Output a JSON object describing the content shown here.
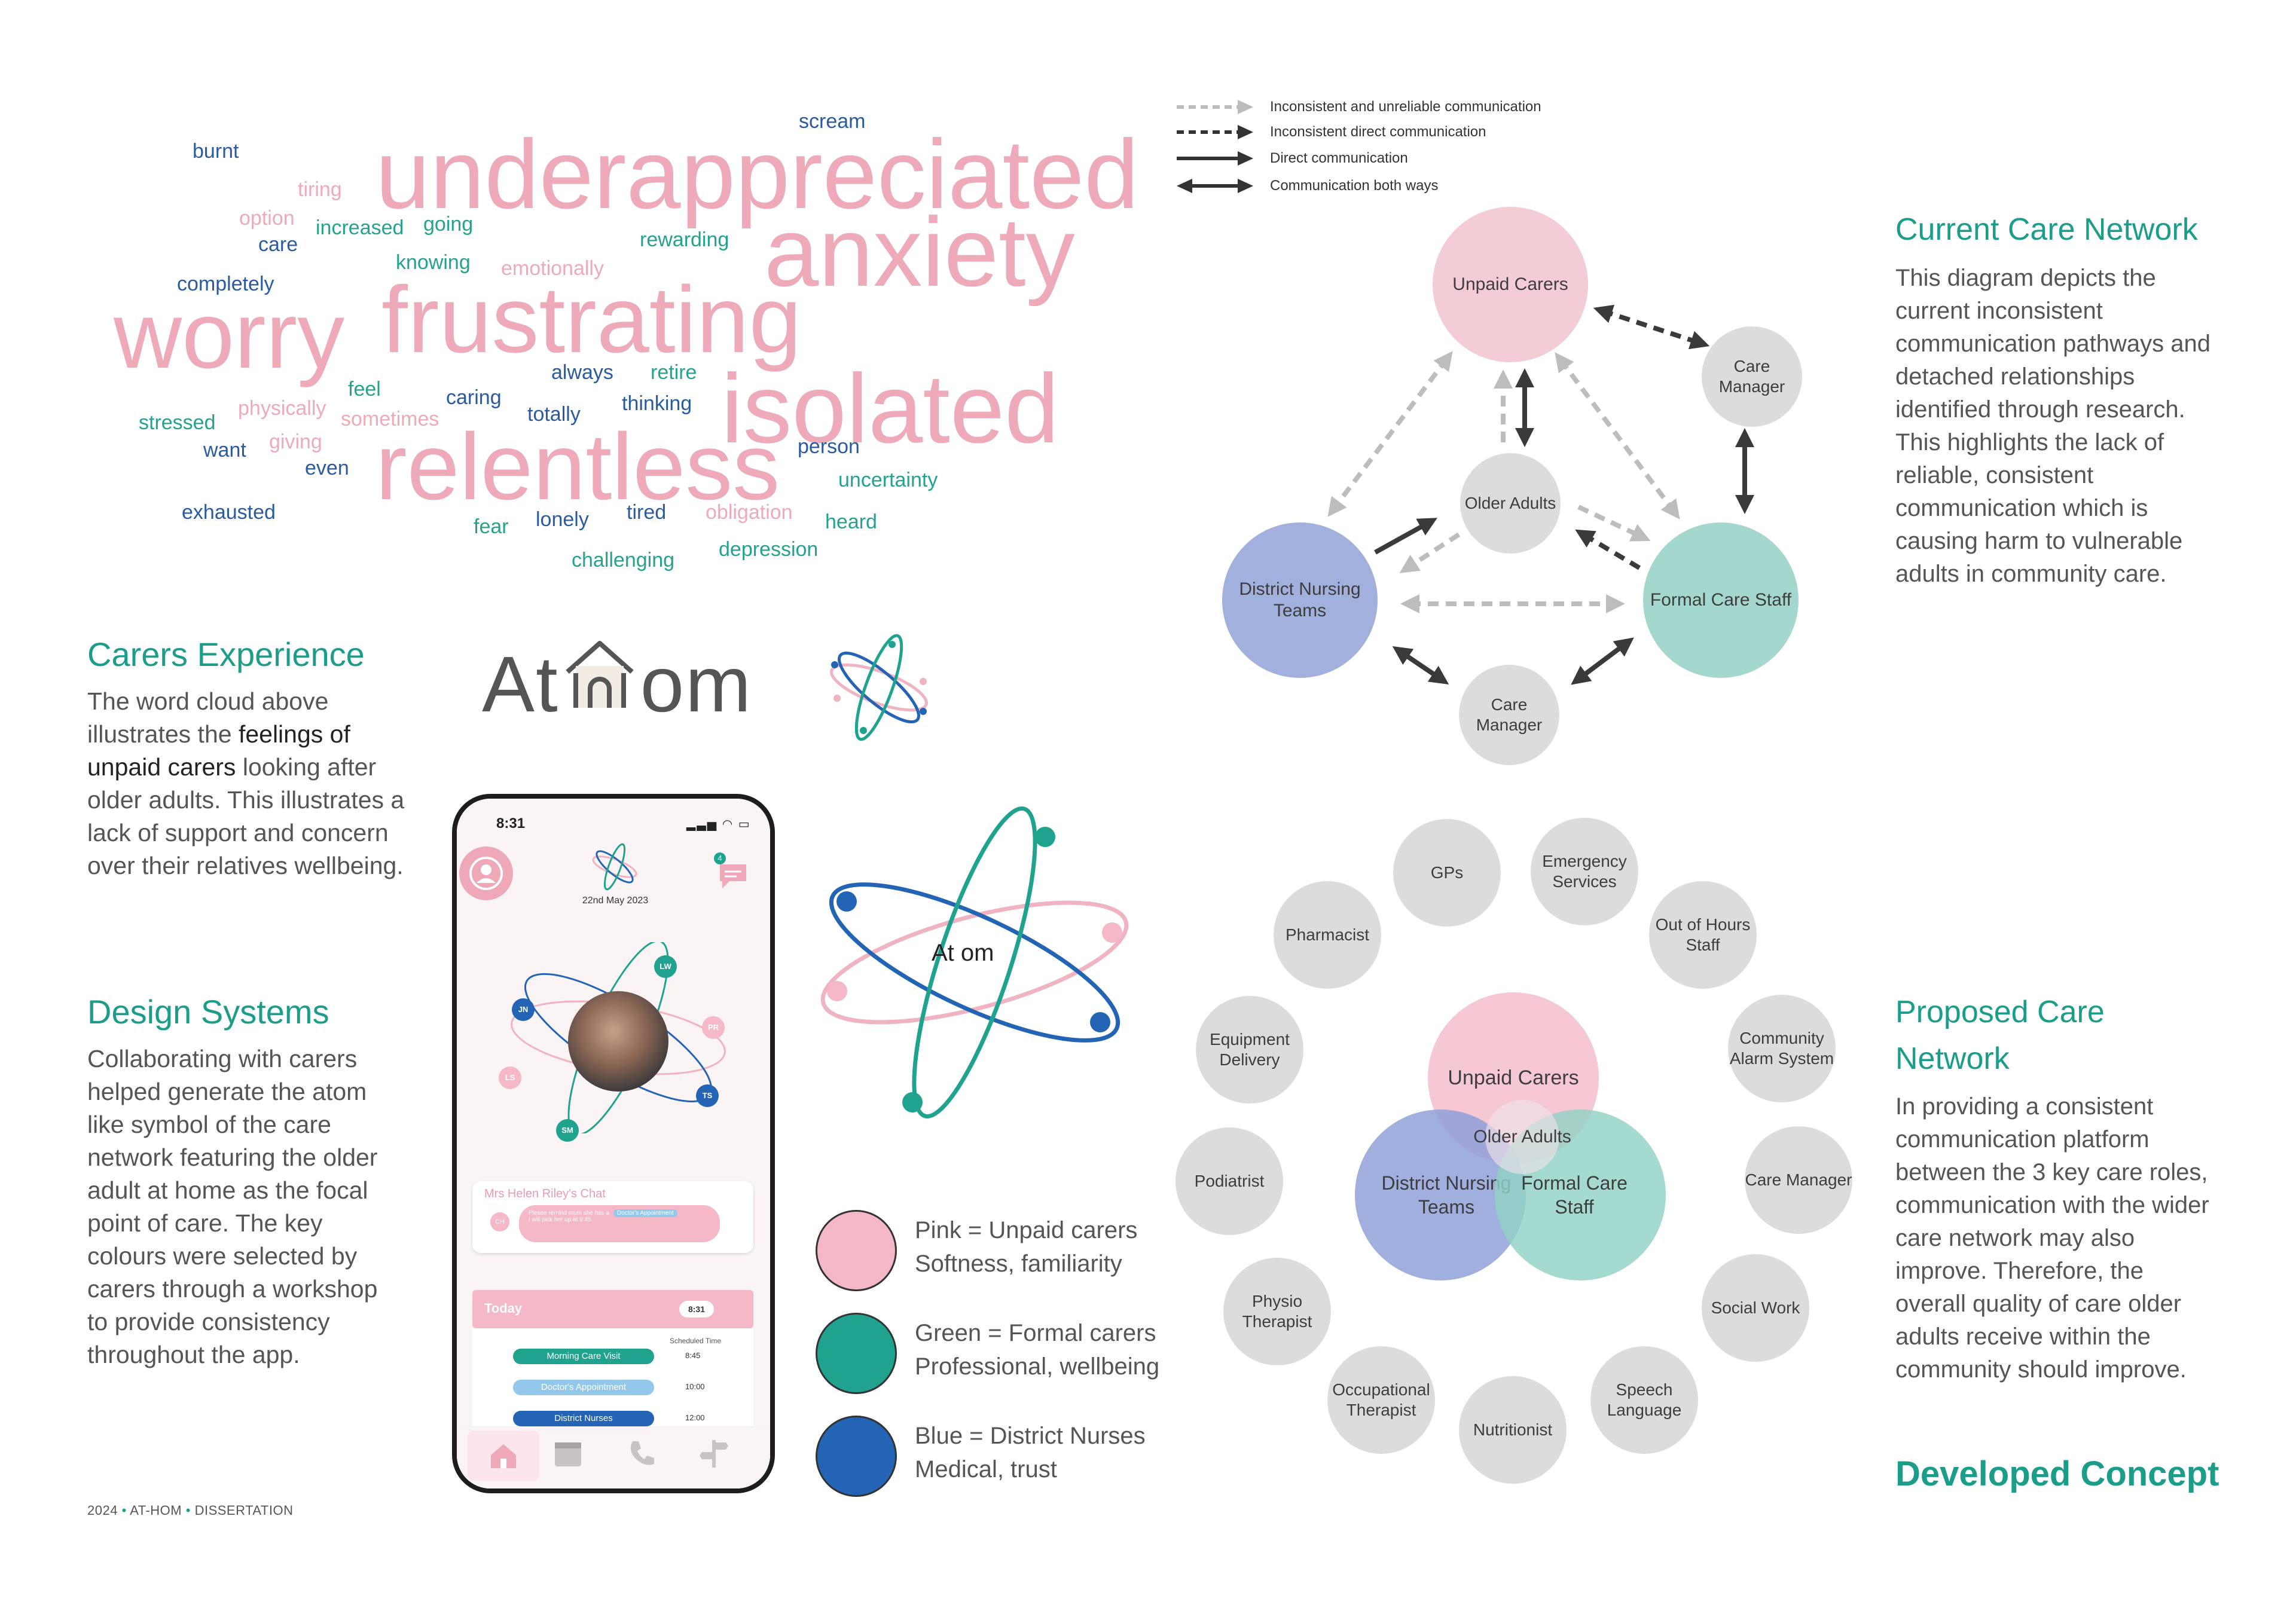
{
  "word_cloud": [
    {
      "text": "underappreciated",
      "color": "pink"
    },
    {
      "text": "anxiety",
      "color": "pink"
    },
    {
      "text": "worry",
      "color": "pink"
    },
    {
      "text": "frustrating",
      "color": "pink"
    },
    {
      "text": "isolated",
      "color": "pink"
    },
    {
      "text": "relentless",
      "color": "pink"
    },
    {
      "text": "scream",
      "color": "blue"
    },
    {
      "text": "burnt",
      "color": "blue"
    },
    {
      "text": "tiring",
      "color": "pink"
    },
    {
      "text": "option",
      "color": "pink"
    },
    {
      "text": "increased",
      "color": "teal"
    },
    {
      "text": "going",
      "color": "teal"
    },
    {
      "text": "care",
      "color": "blue"
    },
    {
      "text": "rewarding",
      "color": "teal"
    },
    {
      "text": "knowing",
      "color": "teal"
    },
    {
      "text": "emotionally",
      "color": "pink"
    },
    {
      "text": "completely",
      "color": "blue"
    },
    {
      "text": "always",
      "color": "blue"
    },
    {
      "text": "retire",
      "color": "teal"
    },
    {
      "text": "feel",
      "color": "teal"
    },
    {
      "text": "caring",
      "color": "blue"
    },
    {
      "text": "physically",
      "color": "pink"
    },
    {
      "text": "totally",
      "color": "blue"
    },
    {
      "text": "thinking",
      "color": "blue"
    },
    {
      "text": "stressed",
      "color": "teal"
    },
    {
      "text": "sometimes",
      "color": "pink"
    },
    {
      "text": "want",
      "color": "blue"
    },
    {
      "text": "giving",
      "color": "pink"
    },
    {
      "text": "even",
      "color": "blue"
    },
    {
      "text": "person",
      "color": "blue"
    },
    {
      "text": "uncertainty",
      "color": "teal"
    },
    {
      "text": "exhausted",
      "color": "blue"
    },
    {
      "text": "fear",
      "color": "teal"
    },
    {
      "text": "lonely",
      "color": "blue"
    },
    {
      "text": "tired",
      "color": "blue"
    },
    {
      "text": "obligation",
      "color": "pink"
    },
    {
      "text": "heard",
      "color": "teal"
    },
    {
      "text": "challenging",
      "color": "teal"
    },
    {
      "text": "depression",
      "color": "teal"
    }
  ],
  "carers_experience": {
    "heading": "Carers Experience",
    "text_before": "The word cloud above illustrates the ",
    "text_bold": "feelings of unpaid carers",
    "text_after": " looking after older adults. This illustrates a lack of support and concern over their relatives wellbeing."
  },
  "design_systems": {
    "heading": "Design Systems",
    "text": "Collaborating with carers helped generate the atom like symbol of the care network featuring the older adult at home as the focal point of care. The key colours were selected by carers through a workshop to provide consistency throughout the app."
  },
  "logo": {
    "prefix": "At",
    "suffix": "om"
  },
  "atom_logo_label": "At om",
  "legend": [
    {
      "label": "Inconsistent and unreliable communication"
    },
    {
      "label": "Inconsistent direct communication"
    },
    {
      "label": "Direct communication"
    },
    {
      "label": "Communication both ways"
    }
  ],
  "current_network": {
    "heading": "Current Care Network",
    "text": "This diagram depicts the current inconsistent communication pathways and detached relationships identified through research. This highlights the lack of reliable, consistent communication which is causing harm to vulnerable adults in community care.",
    "nodes": {
      "unpaid": "Unpaid Carers",
      "care_manager_top": "Care Manager",
      "older_adults": "Older Adults",
      "district": "District Nursing Teams",
      "formal": "Formal Care Staff",
      "care_manager_bottom": "Care Manager"
    }
  },
  "proposed_network": {
    "heading": "Proposed Care Network",
    "text": "In providing a consistent communication platform between the 3 key care roles, communication with the wider care network may also improve. Therefore, the overall quality of care older adults receive within the community should improve.",
    "core": {
      "unpaid": "Unpaid Carers",
      "older": "Older Adults",
      "district": "District Nursing Teams",
      "formal": "Formal Care Staff"
    },
    "ring": [
      "GPs",
      "Emergency Services",
      "Out of Hours Staff",
      "Community Alarm System",
      "Care Manager",
      "Social Work",
      "Speech Language",
      "Nutritionist",
      "Occupational Therapist",
      "Physio Therapist",
      "Podiatrist",
      "Equipment Delivery",
      "Pharmacist"
    ]
  },
  "developed_concept": "Developed Concept",
  "colour_key": [
    {
      "line1": "Pink = Unpaid carers",
      "line2": "Softness, familiarity",
      "color": "#f4b8c6"
    },
    {
      "line1": "Green = Formal carers",
      "line2": "Professional, wellbeing",
      "color": "#1fa38f"
    },
    {
      "line1": "Blue = District Nurses",
      "line2": "Medical, trust",
      "color": "#2364b4"
    }
  ],
  "phone": {
    "time": "8:31",
    "date": "22nd May 2023",
    "badge": "4",
    "atom_labels": [
      "LW",
      "JN",
      "PR",
      "LS",
      "TS",
      "SM"
    ],
    "chat_title": "Mrs Helen Riley's Chat",
    "chat_avatar": "CH",
    "chat_message": "Please remind mum she has a",
    "chat_tag": "Doctor's Appointment",
    "chat_message2": "I will pick her up at 9:45.",
    "today_label": "Today",
    "today_time": "8:31",
    "scheduled_label": "Scheduled Time",
    "schedule": [
      {
        "name": "Morning Care Visit",
        "time": "8:45",
        "color": "#1fa38f"
      },
      {
        "name": "Doctor's Appointment",
        "time": "10:00",
        "color": "#93c8ea"
      },
      {
        "name": "District Nurses",
        "time": "12:00",
        "color": "#2364b4"
      }
    ]
  },
  "footer": {
    "year": "2024",
    "name": "AT-HOM",
    "label": "DISSERTATION"
  }
}
